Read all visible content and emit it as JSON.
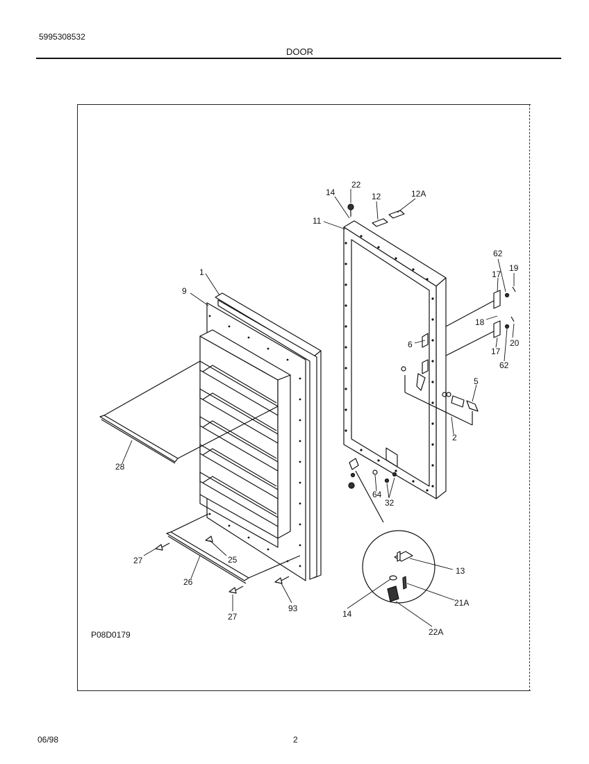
{
  "header": {
    "model_number": "5995308532",
    "section_title": "DOOR"
  },
  "figure": {
    "code": "P08D0179",
    "callouts": [
      {
        "id": "c-22",
        "label": "22"
      },
      {
        "id": "c-14a",
        "label": "14"
      },
      {
        "id": "c-12",
        "label": "12"
      },
      {
        "id": "c-12A",
        "label": "12A"
      },
      {
        "id": "c-11",
        "label": "11"
      },
      {
        "id": "c-62a",
        "label": "62"
      },
      {
        "id": "c-19",
        "label": "19"
      },
      {
        "id": "c-17a",
        "label": "17"
      },
      {
        "id": "c-1",
        "label": "1"
      },
      {
        "id": "c-9",
        "label": "9"
      },
      {
        "id": "c-18",
        "label": "18"
      },
      {
        "id": "c-6",
        "label": "6"
      },
      {
        "id": "c-20",
        "label": "20"
      },
      {
        "id": "c-17b",
        "label": "17"
      },
      {
        "id": "c-62b",
        "label": "62"
      },
      {
        "id": "c-5",
        "label": "5"
      },
      {
        "id": "c-2",
        "label": "2"
      },
      {
        "id": "c-28",
        "label": "28"
      },
      {
        "id": "c-64",
        "label": "64"
      },
      {
        "id": "c-32",
        "label": "32"
      },
      {
        "id": "c-27a",
        "label": "27"
      },
      {
        "id": "c-25",
        "label": "25"
      },
      {
        "id": "c-26",
        "label": "26"
      },
      {
        "id": "c-13",
        "label": "13"
      },
      {
        "id": "c-21A",
        "label": "21A"
      },
      {
        "id": "c-14b",
        "label": "14"
      },
      {
        "id": "c-27b",
        "label": "27"
      },
      {
        "id": "c-93",
        "label": "93"
      },
      {
        "id": "c-22A",
        "label": "22A"
      }
    ]
  },
  "footer": {
    "date": "06/98",
    "page_number": "2"
  }
}
